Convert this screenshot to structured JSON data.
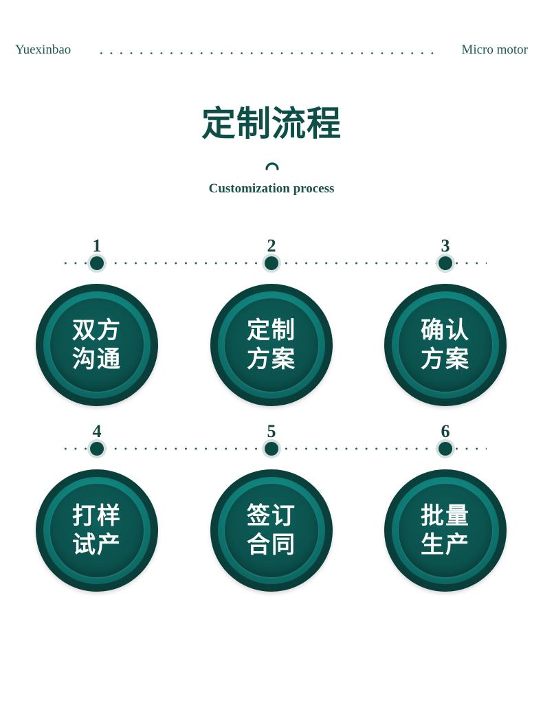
{
  "header": {
    "brand_left": "Yuexinbao",
    "brand_right": "Micro motor"
  },
  "title": "定制流程",
  "subtitle": "Customization process",
  "colors": {
    "primary": "#0d4e47",
    "ring": "#0f7a74",
    "dots": "#2a5f58"
  },
  "steps": [
    {
      "number": "1",
      "line1": "双方",
      "line2": "沟通"
    },
    {
      "number": "2",
      "line1": "定制",
      "line2": "方案"
    },
    {
      "number": "3",
      "line1": "确认",
      "line2": "方案"
    },
    {
      "number": "4",
      "line1": "打样",
      "line2": "试产"
    },
    {
      "number": "5",
      "line1": "签订",
      "line2": "合同"
    },
    {
      "number": "6",
      "line1": "批量",
      "line2": "生产"
    }
  ]
}
